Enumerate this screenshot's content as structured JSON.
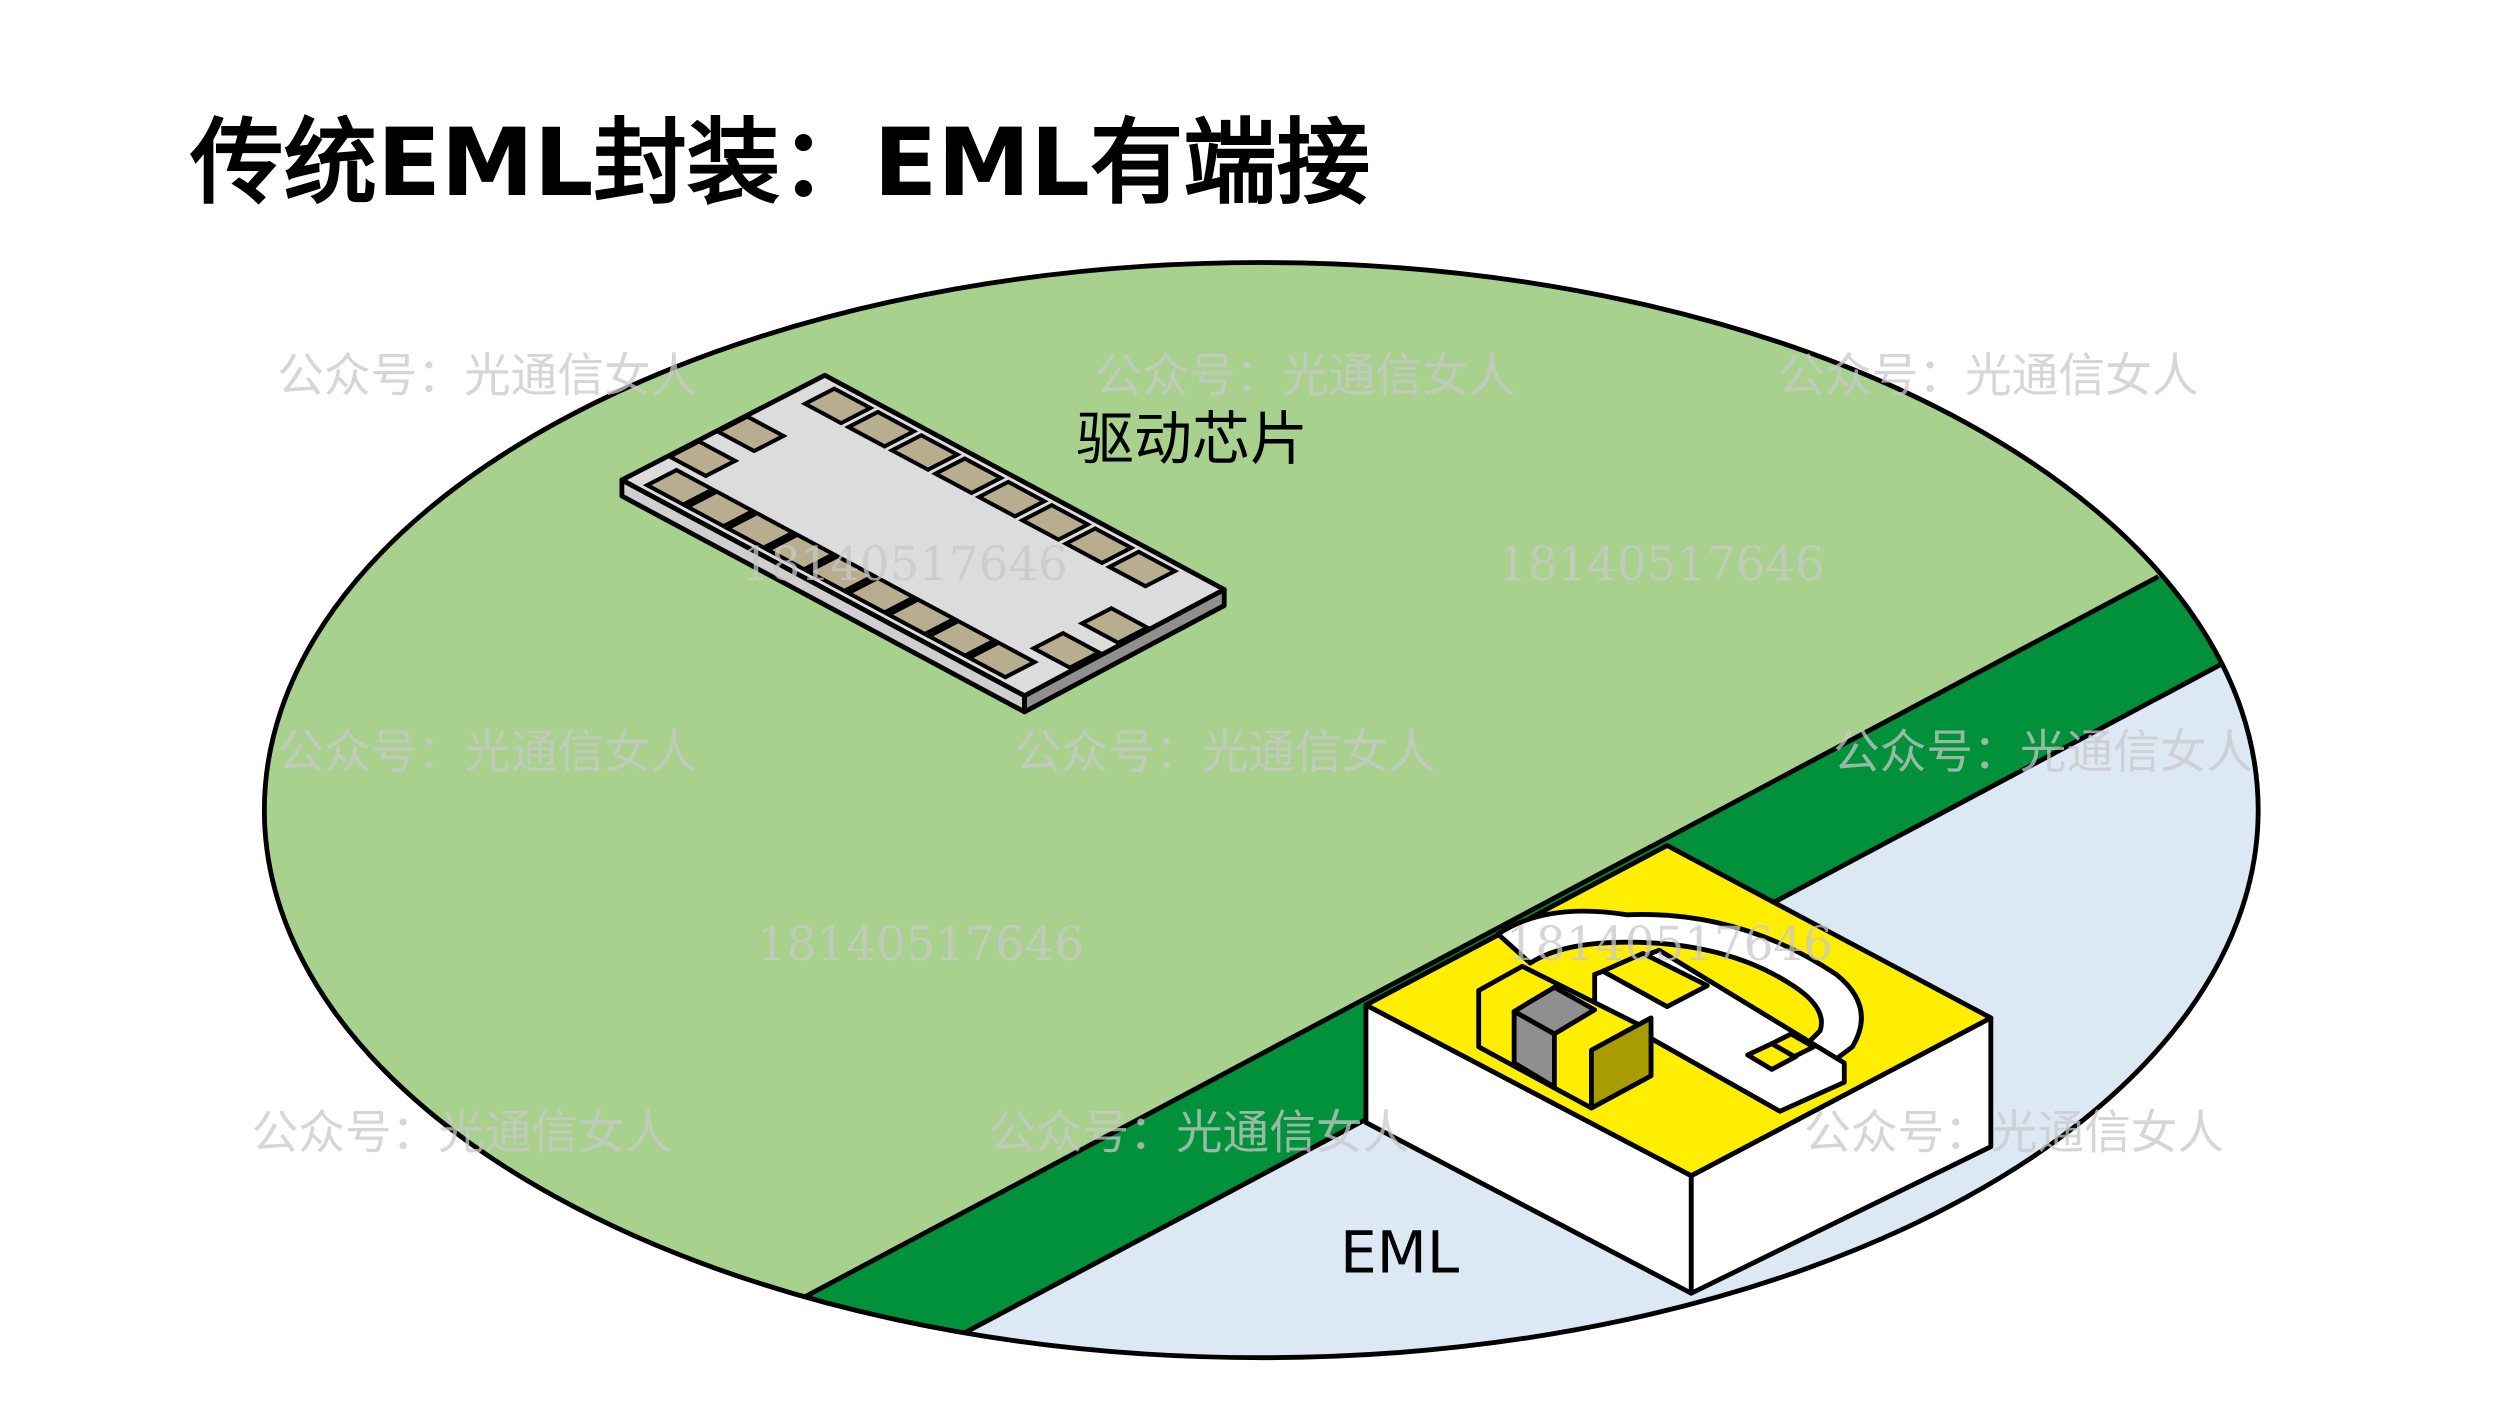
{
  "title": "传统EML封装：EML有端接",
  "labels": {
    "driver_chip": "驱动芯片",
    "eml": "EML"
  },
  "watermarks": {
    "account": "公众号：光通信女人",
    "phone": "18140517646"
  },
  "colors": {
    "board_light": "#a9d18e",
    "board_dark": "#00913a",
    "background_blue": "#dde8f5",
    "gold": "#ffee00",
    "chip": "#dcdcdc",
    "pad": "#b9ad8f"
  }
}
